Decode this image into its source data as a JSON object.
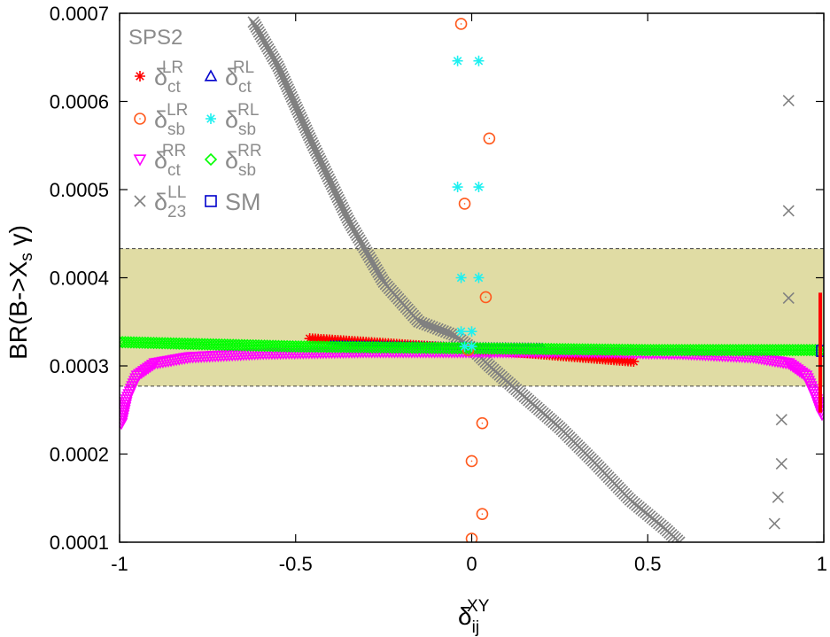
{
  "chart_data": {
    "type": "scatter",
    "xlabel": "δij XY",
    "xlabel_parts": {
      "base": "δ",
      "sub": "ij",
      "sup": "XY"
    },
    "ylabel": "BR(B->Xs γ)",
    "ylabel_parts": {
      "pre": "BR(B->X",
      "sub": "s",
      "post": " γ)"
    },
    "xlim": [
      -1,
      1
    ],
    "ylim": [
      0.0001,
      0.0007
    ],
    "x_ticks": [
      {
        "value": -1,
        "label": "-1"
      },
      {
        "value": -0.5,
        "label": "-0.5"
      },
      {
        "value": 0,
        "label": "0"
      },
      {
        "value": 0.5,
        "label": "0.5"
      },
      {
        "value": 1,
        "label": "1"
      }
    ],
    "y_ticks": [
      {
        "value": 0.0001,
        "label": "0.0001"
      },
      {
        "value": 0.0002,
        "label": "0.0002"
      },
      {
        "value": 0.0003,
        "label": "0.0003"
      },
      {
        "value": 0.0004,
        "label": "0.0004"
      },
      {
        "value": 0.0005,
        "label": "0.0005"
      },
      {
        "value": 0.0006,
        "label": "0.0006"
      },
      {
        "value": 0.0007,
        "label": "0.0007"
      }
    ],
    "allowed_band": {
      "ymin": 0.000277,
      "ymax": 0.000433,
      "color": "#e0dca4"
    },
    "legend_title": "SPS2",
    "legend_position": "top-left",
    "colors": {
      "ct_LR": "#ff0000",
      "ct_RL": "#0000cc",
      "sb_LR": "#ff5a1e",
      "sb_RL": "#1ef0f0",
      "ct_RR": "#ff00ff",
      "sb_RR": "#00ff00",
      "d23_LL": "#808080",
      "SM": "#0000cc",
      "sm_error_bar": "#ff0000",
      "band_edge": "#404040"
    },
    "legend": [
      {
        "key": "ct_LR",
        "marker": "star",
        "base": "δ",
        "sub": "ct",
        "sup": "LR"
      },
      {
        "key": "ct_RL",
        "marker": "triangle",
        "base": "δ",
        "sub": "ct",
        "sup": "RL"
      },
      {
        "key": "sb_LR",
        "marker": "circle",
        "base": "δ",
        "sub": "sb",
        "sup": "LR"
      },
      {
        "key": "sb_RL",
        "marker": "star",
        "base": "δ",
        "sub": "sb",
        "sup": "RL"
      },
      {
        "key": "ct_RR",
        "marker": "triangle-down",
        "base": "δ",
        "sub": "ct",
        "sup": "RR"
      },
      {
        "key": "sb_RR",
        "marker": "diamond",
        "base": "δ",
        "sub": "sb",
        "sup": "RR"
      },
      {
        "key": "d23_LL",
        "marker": "cross",
        "base": "δ",
        "sub": "23",
        "sup": "LL"
      },
      {
        "key": "SM",
        "marker": "square",
        "text": "SM"
      }
    ],
    "series": [
      {
        "key": "d23_LL",
        "marker": "cross",
        "mode": "curve",
        "x": [
          -0.62,
          -0.55,
          -0.45,
          -0.35,
          -0.25,
          -0.15,
          -0.05,
          0.0,
          0.05,
          0.15,
          0.25,
          0.35,
          0.45,
          0.55,
          0.59
        ],
        "y": [
          0.00069,
          0.00064,
          0.00055,
          0.000465,
          0.000395,
          0.00035,
          0.000335,
          0.00032,
          0.0003,
          0.000265,
          0.00023,
          0.00019,
          0.000148,
          0.000115,
          0.0001
        ]
      },
      {
        "key": "d23_LL",
        "marker": "cross",
        "mode": "points",
        "x": [
          0.9,
          0.9,
          0.9,
          0.88,
          0.88,
          0.87,
          0.86
        ],
        "y": [
          0.000601,
          0.000476,
          0.000377,
          0.000239,
          0.000189,
          0.000151,
          0.000121
        ]
      },
      {
        "key": "ct_LR",
        "marker": "star",
        "mode": "curve",
        "x": [
          -0.46,
          -0.3,
          -0.15,
          0.0,
          0.15,
          0.3,
          0.46
        ],
        "y": [
          0.000331,
          0.000327,
          0.000323,
          0.000319,
          0.000315,
          0.00031,
          0.000305
        ]
      },
      {
        "key": "ct_RL",
        "marker": "triangle",
        "mode": "curve",
        "x": [
          -0.4,
          -0.2,
          0.0,
          0.2
        ],
        "y": [
          0.000322,
          0.000321,
          0.00032,
          0.000319
        ]
      },
      {
        "key": "ct_RR",
        "marker": "triangle-down",
        "mode": "curve",
        "x": [
          -0.995,
          -0.98,
          -0.95,
          -0.9,
          -0.8,
          -0.6,
          -0.3,
          0.0,
          0.3,
          0.6,
          0.8,
          0.9,
          0.95,
          0.98,
          0.995
        ],
        "y": [
          0.000235,
          0.000262,
          0.000289,
          0.000303,
          0.00031,
          0.000314,
          0.000316,
          0.000316,
          0.000316,
          0.000314,
          0.00031,
          0.000303,
          0.000289,
          0.000262,
          0.000245
        ]
      },
      {
        "key": "sb_RR",
        "marker": "diamond",
        "mode": "curve",
        "x": [
          -1.0,
          -0.5,
          0.0,
          0.5,
          1.0
        ],
        "y": [
          0.000327,
          0.000322,
          0.00032,
          0.000318,
          0.000318
        ]
      },
      {
        "key": "sb_LR",
        "marker": "circle",
        "mode": "points",
        "x": [
          -0.03,
          0.05,
          -0.02,
          0.04,
          -0.01,
          0.03,
          0.0,
          0.03,
          0.0
        ],
        "y": [
          0.000688,
          0.000558,
          0.000484,
          0.000378,
          0.000318,
          0.000235,
          0.000192,
          0.000132,
          0.000104
        ]
      },
      {
        "key": "sb_RL",
        "marker": "star",
        "mode": "points",
        "x": [
          -0.04,
          0.02,
          -0.04,
          0.02,
          -0.03,
          0.02,
          -0.03,
          0.0,
          -0.02,
          0.0
        ],
        "y": [
          0.000646,
          0.000646,
          0.000503,
          0.000503,
          0.0004,
          0.0004,
          0.000339,
          0.000339,
          0.000322,
          0.000322
        ]
      },
      {
        "key": "SM",
        "marker": "square",
        "mode": "points",
        "x": [
          0.995
        ],
        "y": [
          0.000317
        ]
      }
    ],
    "sm_error_bar": {
      "x": 0.995,
      "ymin": 0.000247,
      "ymax": 0.000383
    }
  }
}
